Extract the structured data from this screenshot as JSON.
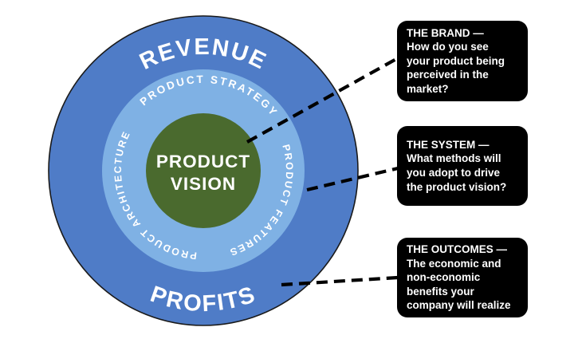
{
  "diagram": {
    "labels": {
      "revenue": "REVENUE",
      "profits": "PROFITS",
      "strategy": "PRODUCT STRATEGY",
      "architecture": "PRODUCT ARCHITECTURE",
      "features": "PRODUCT FEATURES",
      "vision_line1": "PRODUCT",
      "vision_line2": "VISION"
    },
    "colors": {
      "outer_ring": "#4F7CC7",
      "middle_ring": "#7FB1E4",
      "inner_circle": "#4A6A2E",
      "outline": "#1a1a1a",
      "label_text": "#ffffff",
      "connector": "#000000",
      "callout_bg": "#000000",
      "callout_text": "#ffffff"
    }
  },
  "callouts": [
    {
      "id": "brand",
      "lines": [
        "THE BRAND —",
        "How do you see",
        "your product being",
        "perceived in the",
        "market?"
      ]
    },
    {
      "id": "system",
      "lines": [
        "THE SYSTEM —",
        "What methods will",
        "you adopt to drive",
        "the product vision?"
      ]
    },
    {
      "id": "outcomes",
      "lines": [
        "THE OUTCOMES —",
        "The economic and",
        "non-economic",
        "benefits your",
        "company will realize"
      ]
    }
  ]
}
